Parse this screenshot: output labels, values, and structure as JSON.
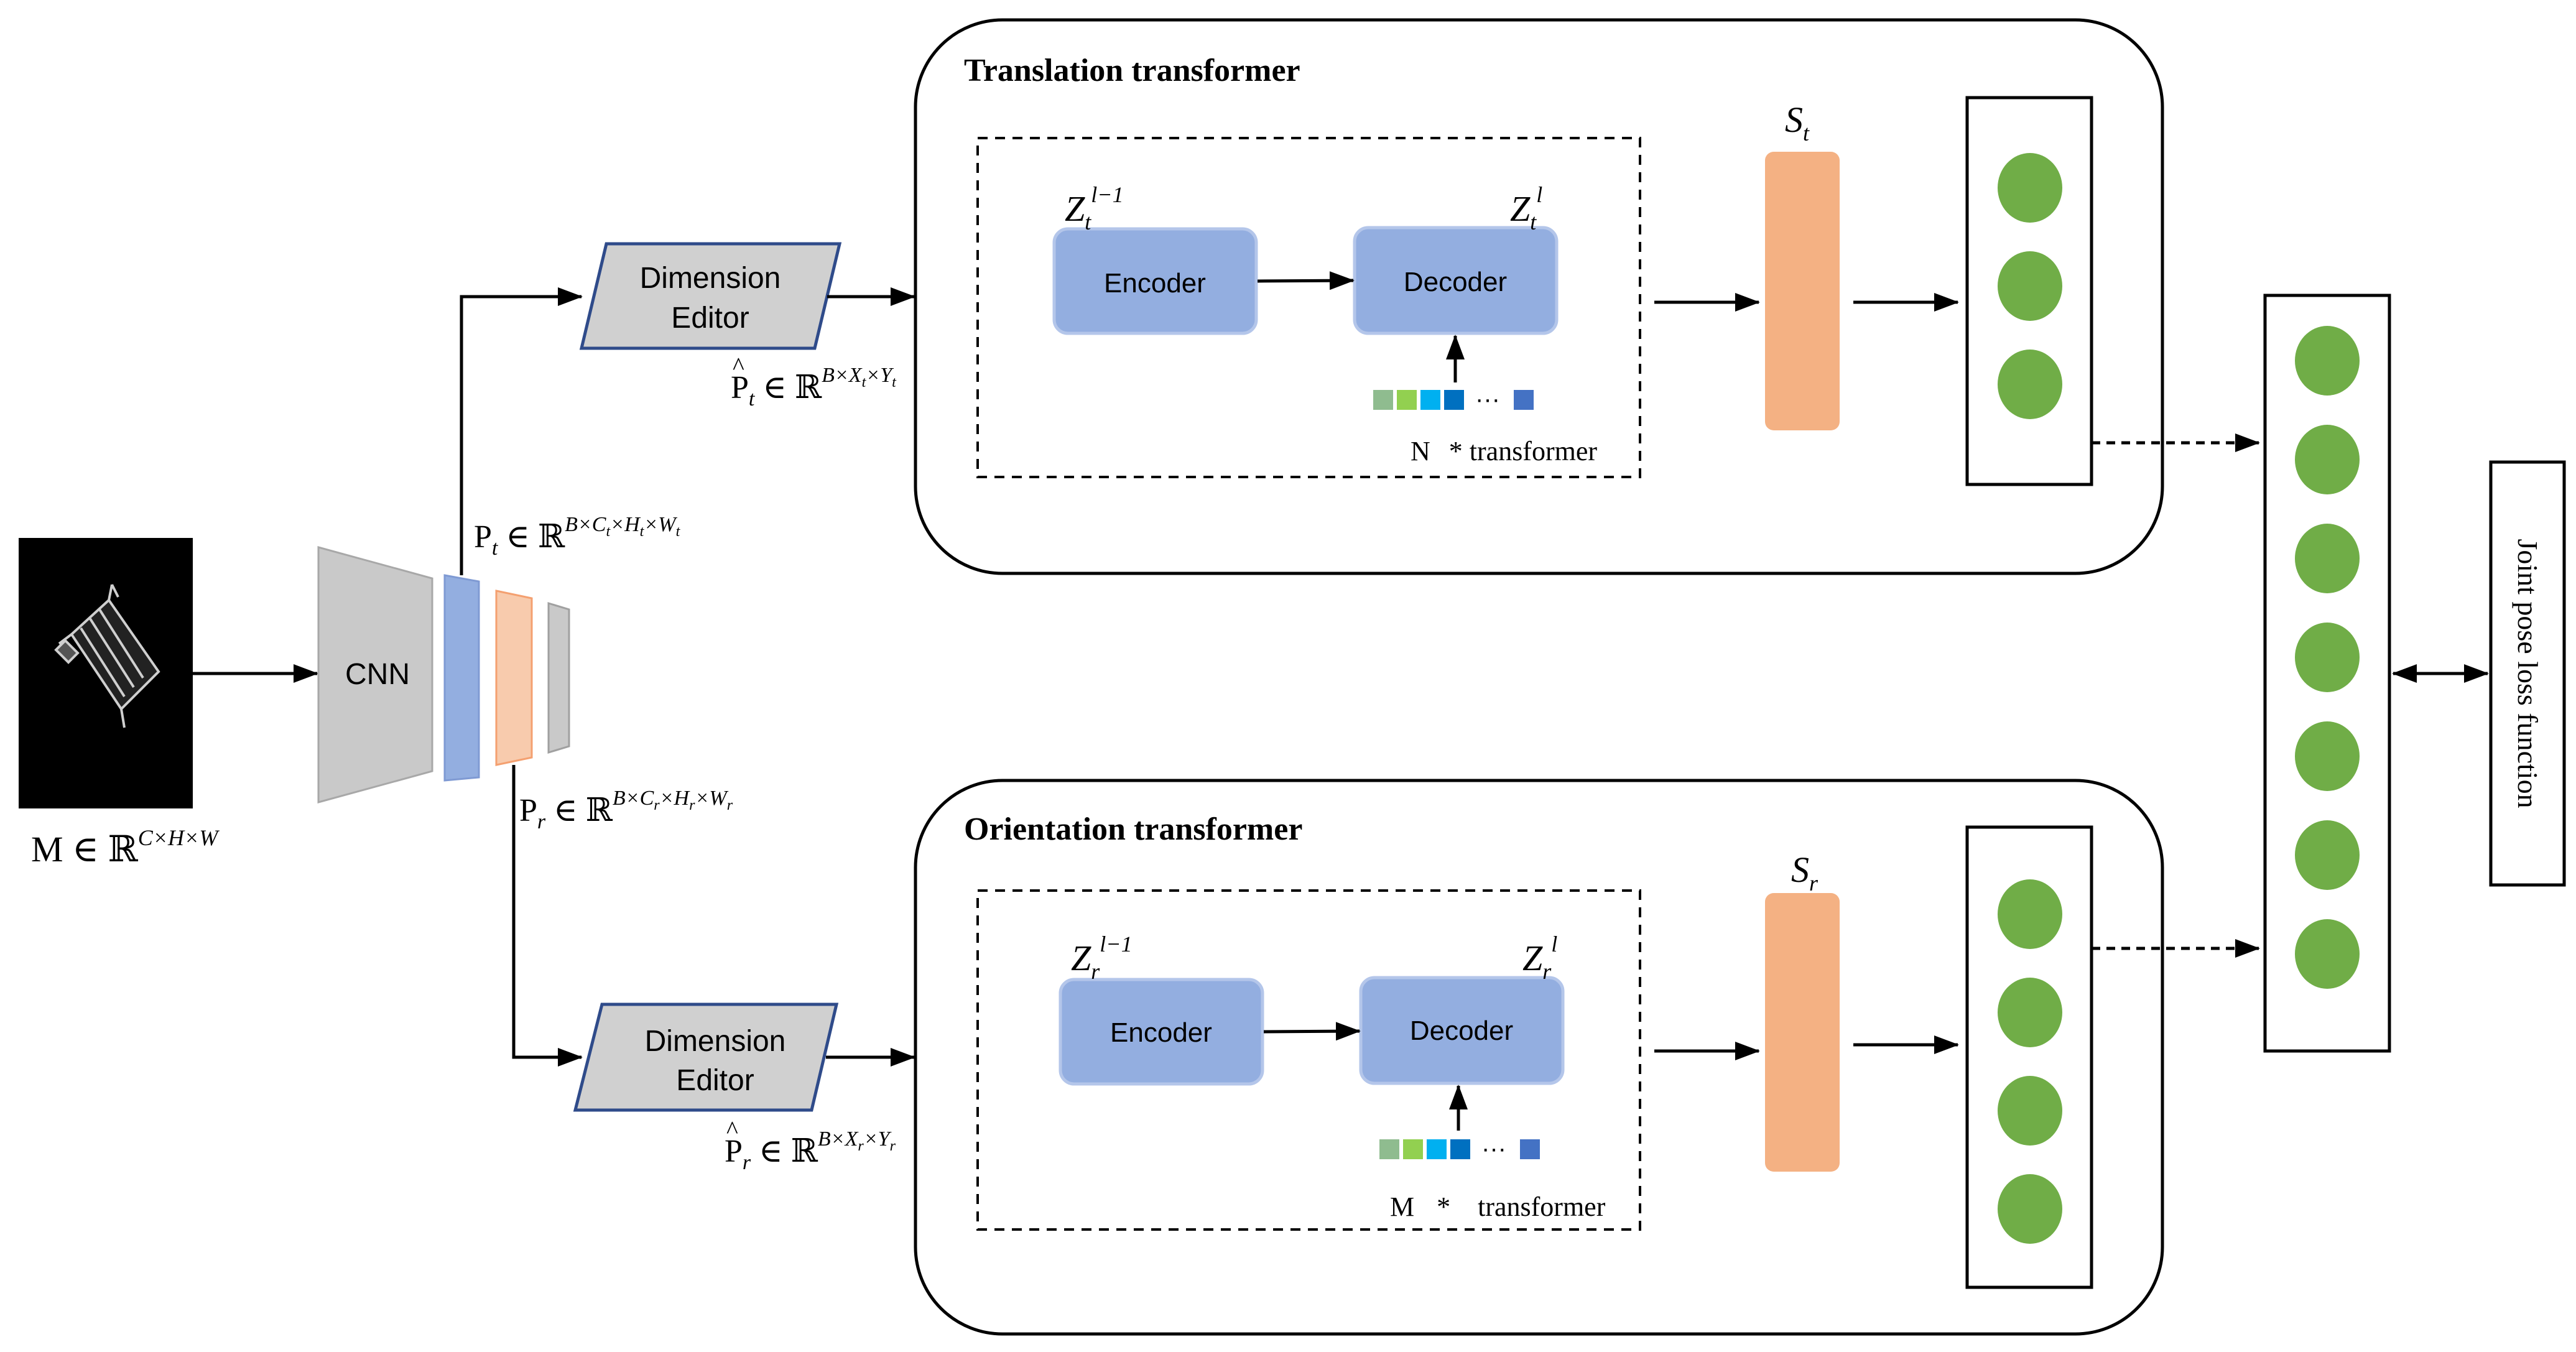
{
  "input": {
    "label": "M ∈ ℝ",
    "sup": "C×H×W"
  },
  "cnn": {
    "label": "CNN"
  },
  "features": {
    "pt": {
      "base": "P",
      "sub": "t",
      "rest": " ∈ ℝ",
      "sup": "B×C",
      "sup_sub1": "t",
      "sup_mid": "×H",
      "sup_sub2": "t",
      "sup_mid2": "×W",
      "sup_sub3": "t"
    },
    "pr": {
      "base": "P",
      "sub": "r",
      "rest": " ∈ ℝ",
      "sup": "B×C",
      "sup_sub1": "r",
      "sup_mid": "×H",
      "sup_sub2": "r",
      "sup_mid2": "×W",
      "sup_sub3": "r"
    }
  },
  "dimension_editor_top": {
    "line1": "Dimension",
    "line2": "Editor",
    "out_base": "P",
    "out_hat": "^",
    "out_sub": "t",
    "out_rest": " ∈ ℝ",
    "out_sup": "B×X",
    "out_sup_sub1": "t",
    "out_sup_mid": "×Y",
    "out_sup_sub2": "t"
  },
  "dimension_editor_bottom": {
    "line1": "Dimension",
    "line2": "Editor",
    "out_base": "P",
    "out_hat": "^",
    "out_sub": "r",
    "out_rest": " ∈ ℝ",
    "out_sup": "B×X",
    "out_sup_sub1": "r",
    "out_sup_mid": "×Y",
    "out_sup_sub2": "r"
  },
  "translation": {
    "title": "Translation transformer",
    "encoder": "Encoder",
    "decoder": "Decoder",
    "z_in": "Z",
    "z_in_sub": "t",
    "z_in_sup": "l−1",
    "z_out": "Z",
    "z_out_sub": "t",
    "z_out_sup": "l",
    "repeat_n": "N",
    "repeat_star": "* transformer",
    "dots": "···",
    "s_label": "S",
    "s_sub": "t",
    "outputs": 3
  },
  "orientation": {
    "title": "Orientation transformer",
    "encoder": "Encoder",
    "decoder": "Decoder",
    "z_in": "Z",
    "z_in_sub": "r",
    "z_in_sup": "l−1",
    "z_out": "Z",
    "z_out_sub": "r",
    "z_out_sup": "l",
    "repeat_n": "M",
    "repeat_star": "*",
    "repeat_word": "transformer",
    "dots": "···",
    "s_label": "S",
    "s_sub": "r",
    "outputs": 4
  },
  "joint": {
    "outputs": 7,
    "loss_label": "Joint pose loss function"
  },
  "colors": {
    "encoder_fill": "#93aee0",
    "encoder_stroke": "#b4c6ea",
    "s_fill": "#f4b183",
    "editor_fill": "#d0d0d0",
    "editor_stroke": "#2f4b8a",
    "cnn_fill": "#c9c9c9",
    "feat_blue": "#93aee0",
    "feat_orange": "#f8cbad",
    "feat_gray": "#c9c9c9",
    "output_green": "#70ad47",
    "token_colors": [
      "#8fbc8f",
      "#92d050",
      "#00b0f0",
      "#0070c0",
      "#4472c4"
    ]
  }
}
